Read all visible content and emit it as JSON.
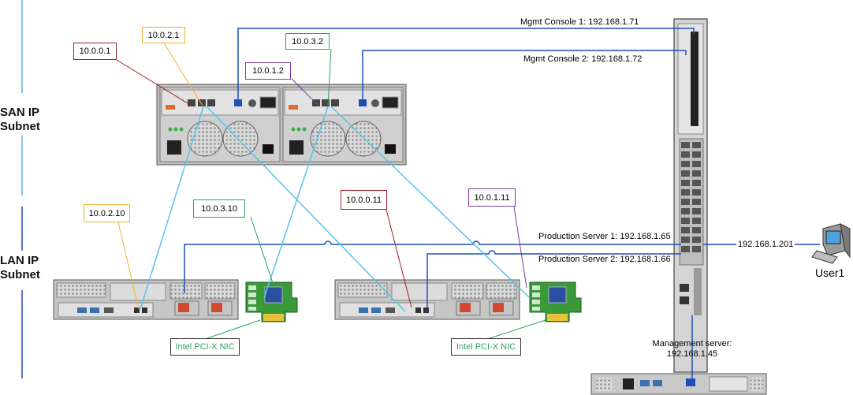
{
  "subnets": {
    "san": "SAN IP\nSubnet",
    "lan": "LAN IP\nSubnet"
  },
  "ip_labels": [
    {
      "id": "san-a1",
      "text": "10.0.0.1",
      "color": "#a31f24"
    },
    {
      "id": "san-a2",
      "text": "10.0.2.1",
      "color": "#f0b429"
    },
    {
      "id": "san-b1",
      "text": "10.0.3.2",
      "color": "#2aa45a"
    },
    {
      "id": "san-b2",
      "text": "10.0.1.2",
      "color": "#7c3aa8"
    },
    {
      "id": "srv1-a",
      "text": "10.0.2.10",
      "color": "#f0b429"
    },
    {
      "id": "srv1-b",
      "text": "10.0.3.10",
      "color": "#2aa45a"
    },
    {
      "id": "srv2-a",
      "text": "10.0.0.11",
      "color": "#a31f24"
    },
    {
      "id": "srv2-b",
      "text": "10.0.1.11",
      "color": "#7c3aa8"
    }
  ],
  "nic_labels": [
    {
      "id": "nic1",
      "text": "Intel PCI-X NIC",
      "color": "#2aa45a"
    },
    {
      "id": "nic2",
      "text": "Intel PCI-X NIC",
      "color": "#2aa45a"
    }
  ],
  "links": {
    "mgmt1": "Mgmt Console 1: 192.168.1.71",
    "mgmt2": "Mgmt Console 2: 192.168.1.72",
    "prod1": "Production Server 1: 192.168.1.65",
    "prod2": "Production Server 2: 192.168.1.66",
    "user_ip": "192.168.1.201",
    "mgmt_server": "Management server:\n192.168.1.45"
  },
  "devices": {
    "user": "User1"
  },
  "colors": {
    "lan_link": "#1f4fb5",
    "san_link": "#56c3ea",
    "subnet_divider": "#3a7bd5"
  }
}
